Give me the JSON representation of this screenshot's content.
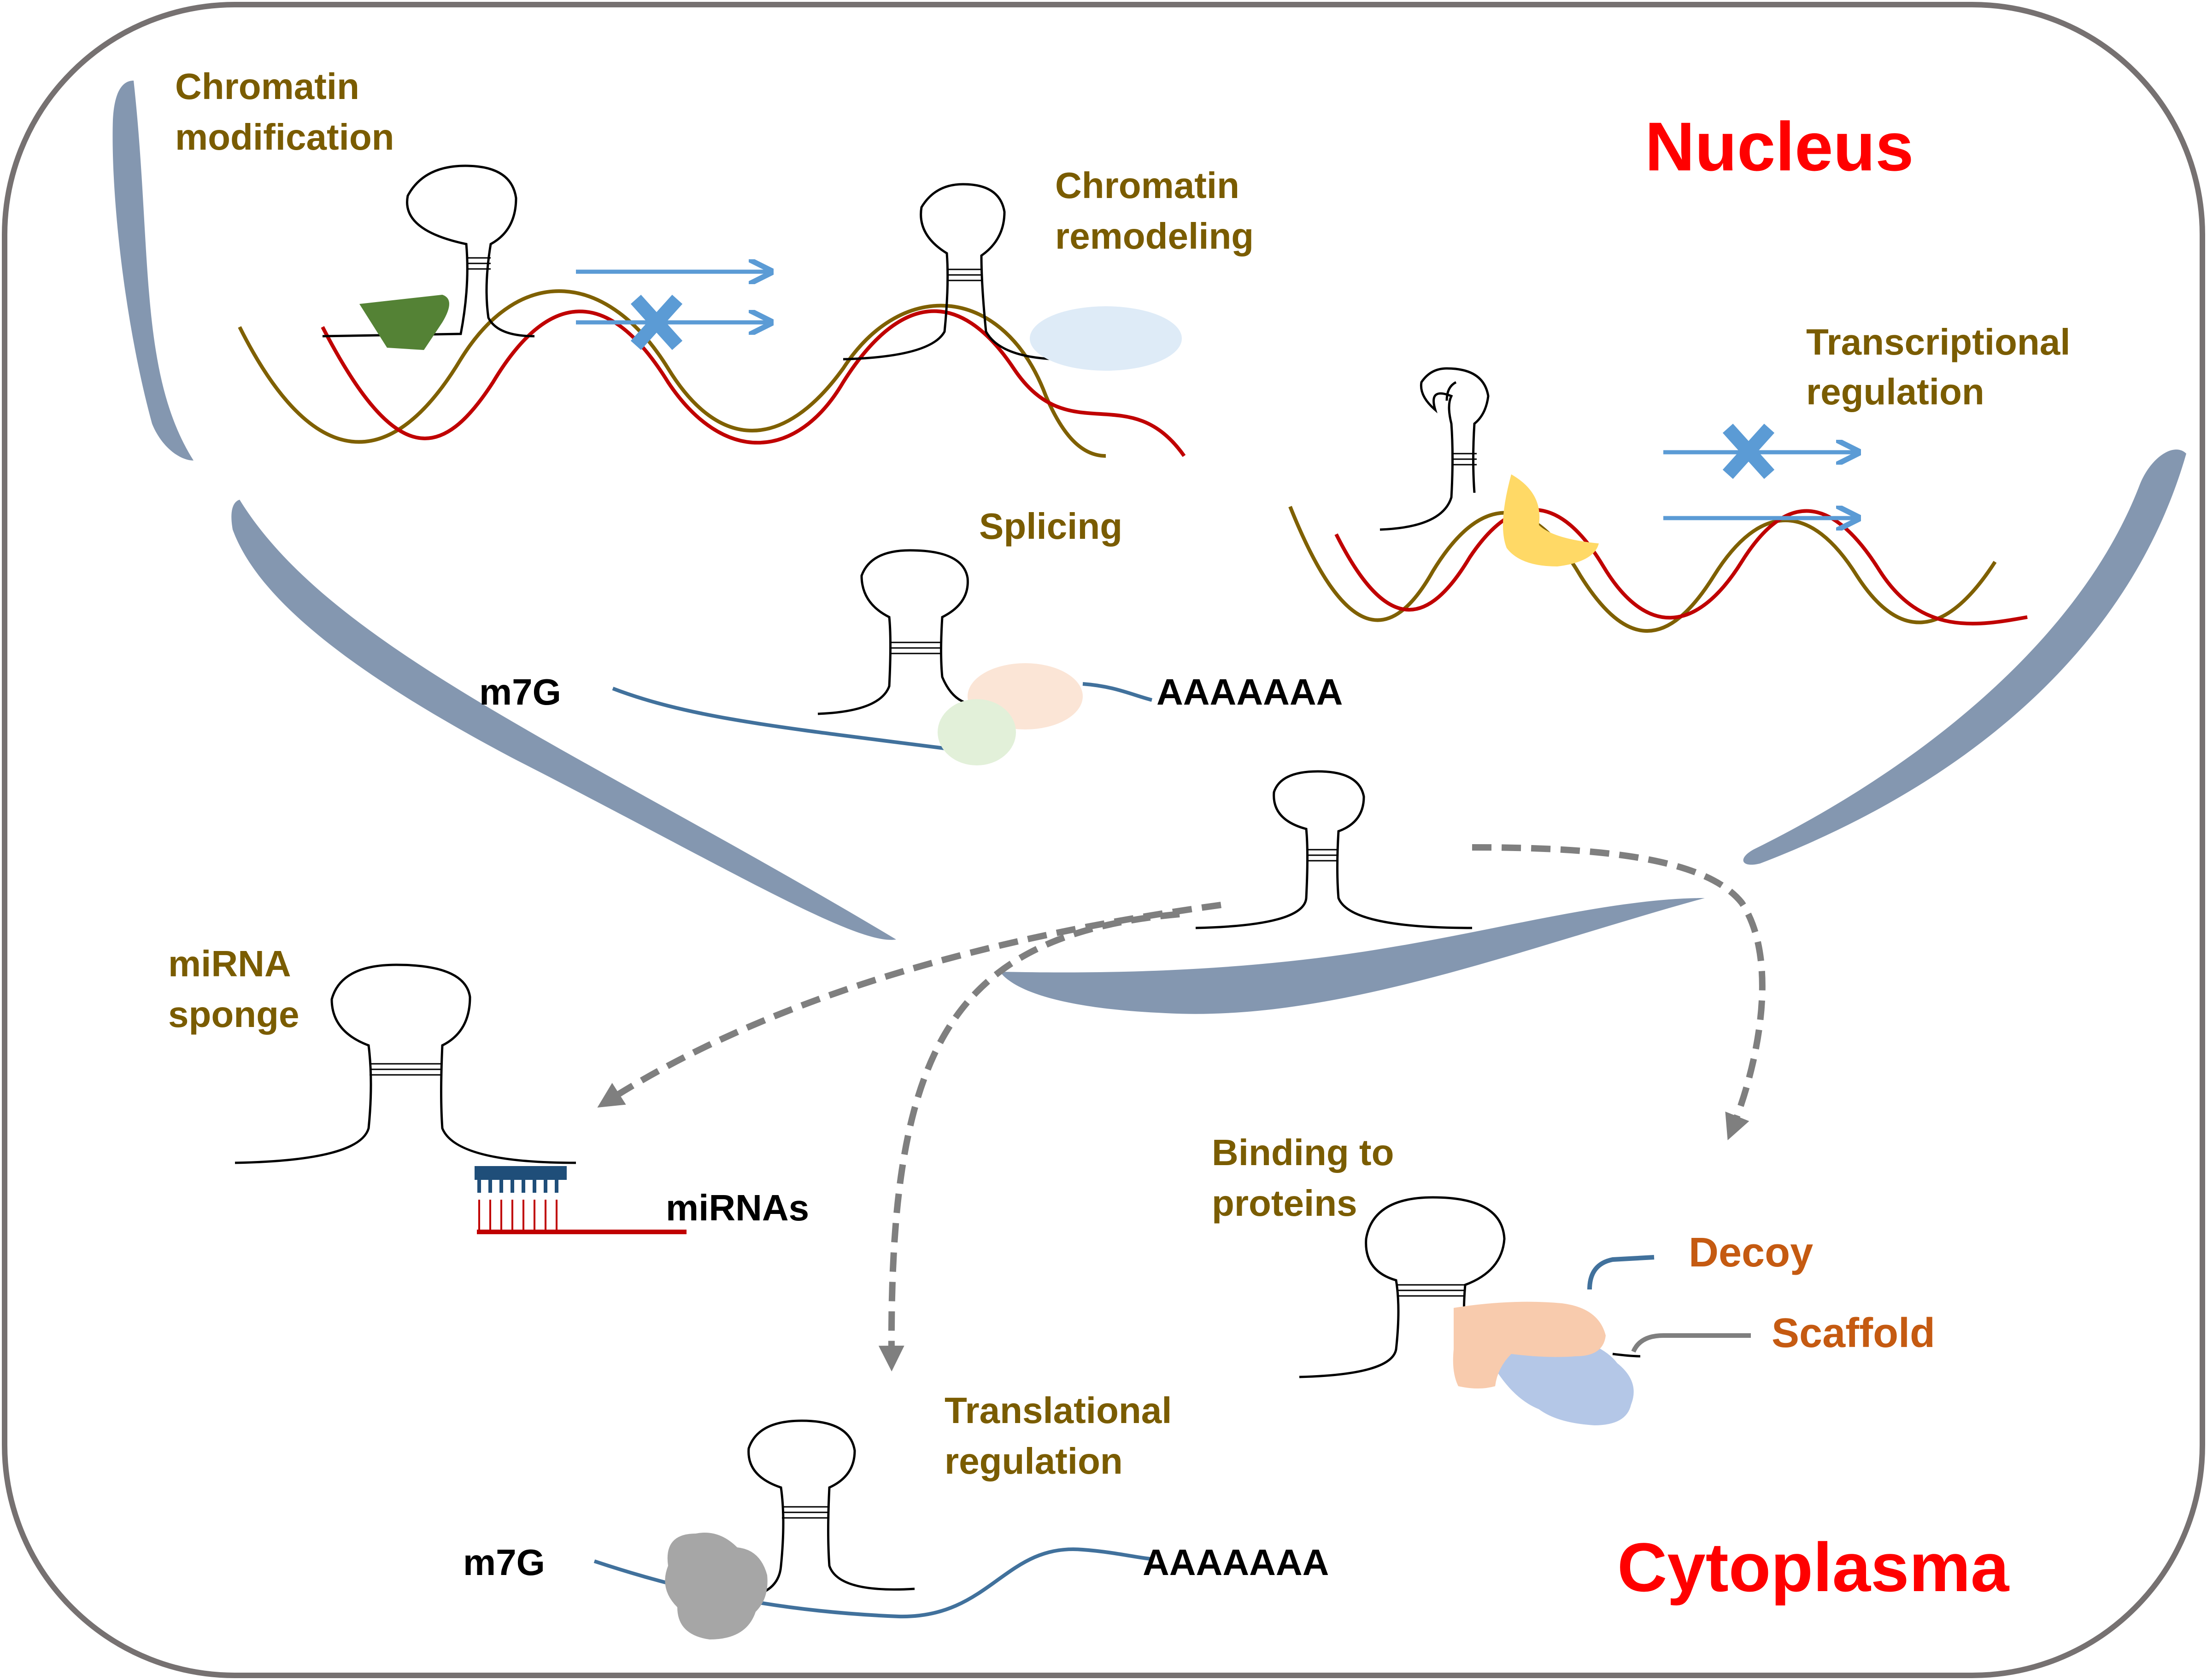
{
  "compartments": {
    "nucleus": "Nucleus",
    "cytoplasm": "Cytoplasma"
  },
  "mechanisms": {
    "chromatin_modification": [
      "Chromatin",
      "modification"
    ],
    "chromatin_remodeling": [
      "Chromatin",
      "remodeling"
    ],
    "transcriptional_regulation": [
      "Transcriptional",
      "regulation"
    ],
    "splicing": "Splicing",
    "mirna_sponge": [
      "miRNA",
      "sponge"
    ],
    "binding_to_proteins": [
      "Binding to",
      "proteins"
    ],
    "translational_regulation": [
      "Translational",
      "regulation"
    ]
  },
  "labels": {
    "cap": "m7G",
    "polya": "AAAAAAA",
    "mirnas": "miRNAs",
    "decoy": "Decoy",
    "scaffold": "Scaffold"
  },
  "colors": {
    "mechanism_text": "#7a5c00",
    "compartment_text": "#ff0000",
    "role_text": "#c55a11",
    "membrane": "#8497b0",
    "dna_strand_a": "#7f6000",
    "dna_strand_b": "#c00000",
    "mrna": "#41719c",
    "arrow": "#5b9bd5",
    "dashed_arrow": "#7f7f7f",
    "frame": "#767171"
  }
}
